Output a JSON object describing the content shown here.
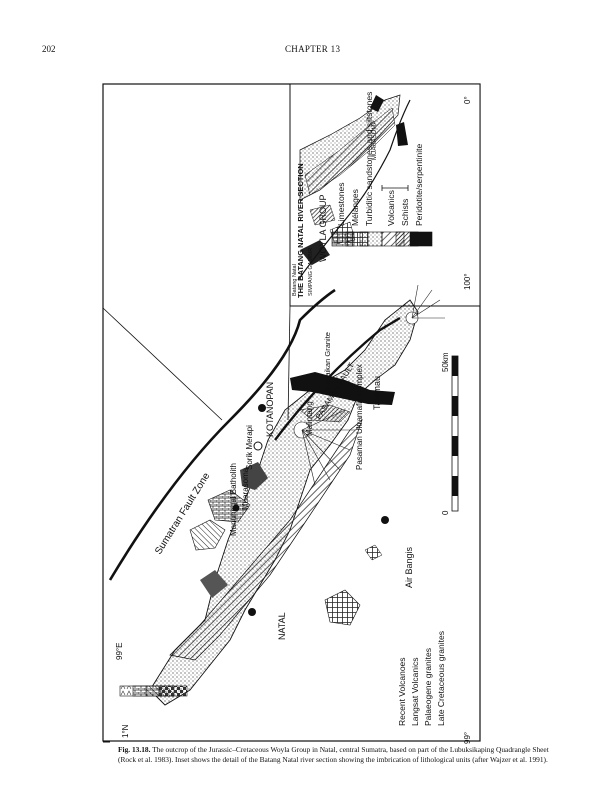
{
  "page_number": "202",
  "chapter": "CHAPTER 13",
  "caption": {
    "label": "Fig. 13.18.",
    "text": "The outcrop of the Jurassic–Cretaceous Woyla Group in Natal, central Sumatra, based on part of the Lubuksikaping Quadrangle Sheet (Rock et al. 1983). Inset shows the detail of the Batang Natal river section showing the imbrication of lithological units (after Wajzer et al. 1991)."
  },
  "map": {
    "coords": {
      "lat_1n": "1°N",
      "lon_99e": "99°E",
      "lon_99": "99°",
      "lon_100": "100°",
      "lat_0": "0°"
    },
    "places": {
      "natal": "NATAL",
      "air_bangis": "Air Bangis",
      "kotanopan": "KOTANOPAN",
      "sorik_merapi": "Sorik Merapi",
      "manunggal": "Manunggal Batholith",
      "muarasoma": "Muarasoma",
      "sumatran_fault": "Sumatran Fault Zone",
      "malintang": "Malintang",
      "pasaman_fault": "PASAMAN FAULT",
      "kanaikan": "Kanaikan Granite",
      "pasaman_ultramafic": "Pasaman Ultramafic Complex",
      "talamau": "Talamau"
    },
    "scale": {
      "zero": "0",
      "end": "50km"
    },
    "legend_left": [
      "Recent Volcanoes",
      "Langsat Volcanics",
      "Palaeogene granites",
      "Late Cretaceous granites"
    ],
    "woyla": {
      "title": "WOYLA GROUP",
      "items": [
        "Limestones",
        "Mélanges",
        "Turbiditic sandstones and siltstones",
        "Volcanics",
        "Schists",
        "Peridotite/serpentinite"
      ]
    },
    "inset": {
      "title": "THE BATANG NATAL RIVER SECTION",
      "muarasoma": "MUARASOMA",
      "simpang": "SIMPANG GAMBIR",
      "river": "Batang Natal"
    }
  }
}
